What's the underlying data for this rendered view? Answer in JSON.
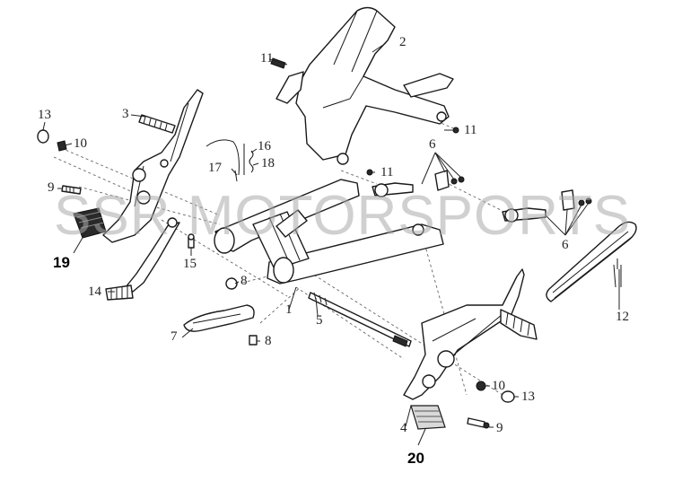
{
  "watermark": "SSR MOTORSPORTS",
  "callouts": {
    "p1": "1",
    "p2": "2",
    "p3": "3",
    "p4": "4",
    "p5": "5",
    "p6a": "6",
    "p6b": "6",
    "p7": "7",
    "p8a": "8",
    "p8b": "8",
    "p9a": "9",
    "p9b": "9",
    "p10a": "10",
    "p10b": "10",
    "p11a": "11",
    "p11b": "11",
    "p11c": "11",
    "p12": "12",
    "p13a": "13",
    "p13b": "13",
    "p14": "14",
    "p15": "15",
    "p16": "16",
    "p17": "17",
    "p18": "18",
    "p19": "19",
    "p20": "20"
  }
}
